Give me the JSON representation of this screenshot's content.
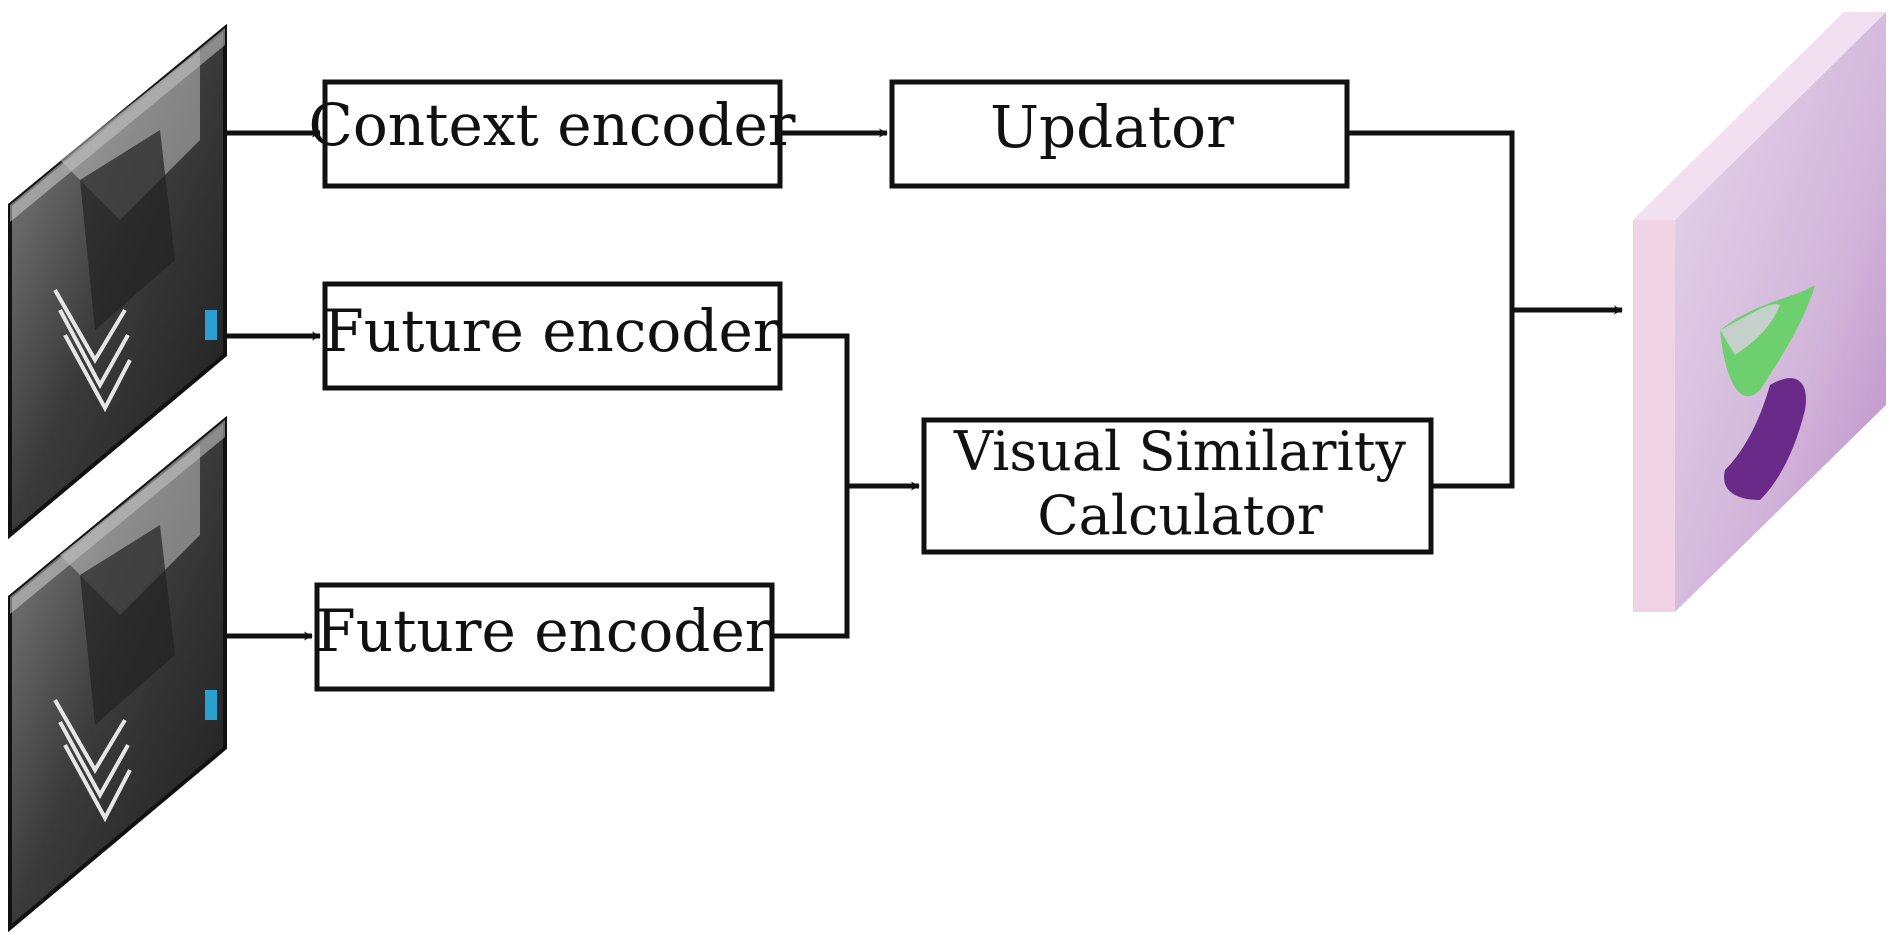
{
  "diagram": {
    "nodes": {
      "context_encoder": {
        "label": "Context encoder"
      },
      "updator": {
        "label": "Updator"
      },
      "future_encoder_1": {
        "label": "Future encoder"
      },
      "future_encoder_2": {
        "label": "Future encoder"
      },
      "visual_similarity": {
        "line1": "Visual Similarity",
        "line2": "Calculator"
      }
    },
    "inputs": [
      {
        "name": "input-frame-1",
        "depicts": "video frame of a driver in a car"
      },
      {
        "name": "input-frame-2",
        "depicts": "video frame of a driver in a car"
      }
    ],
    "output": {
      "name": "output-flow-map",
      "depicts": "optical flow color map"
    },
    "colors": {
      "line": "#111111",
      "box_fill": "#ffffff",
      "flow_base": "#c8a8d0",
      "flow_green": "#5ad25a",
      "flow_purple": "#6a2a8a"
    }
  }
}
